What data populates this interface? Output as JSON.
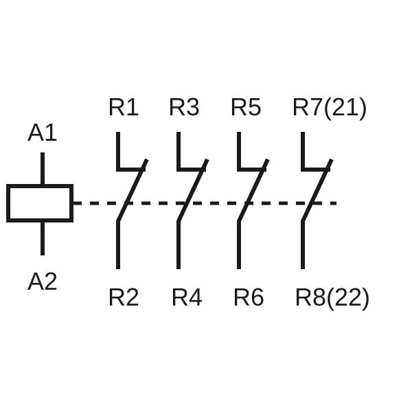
{
  "coil": {
    "top_label": "A1",
    "bottom_label": "A2"
  },
  "contacts": [
    {
      "top_label": "R1",
      "bottom_label": "R2"
    },
    {
      "top_label": "R3",
      "bottom_label": "R4"
    },
    {
      "top_label": "R5",
      "bottom_label": "R6"
    },
    {
      "top_label": "R7(21)",
      "bottom_label": "R8(22)"
    }
  ]
}
